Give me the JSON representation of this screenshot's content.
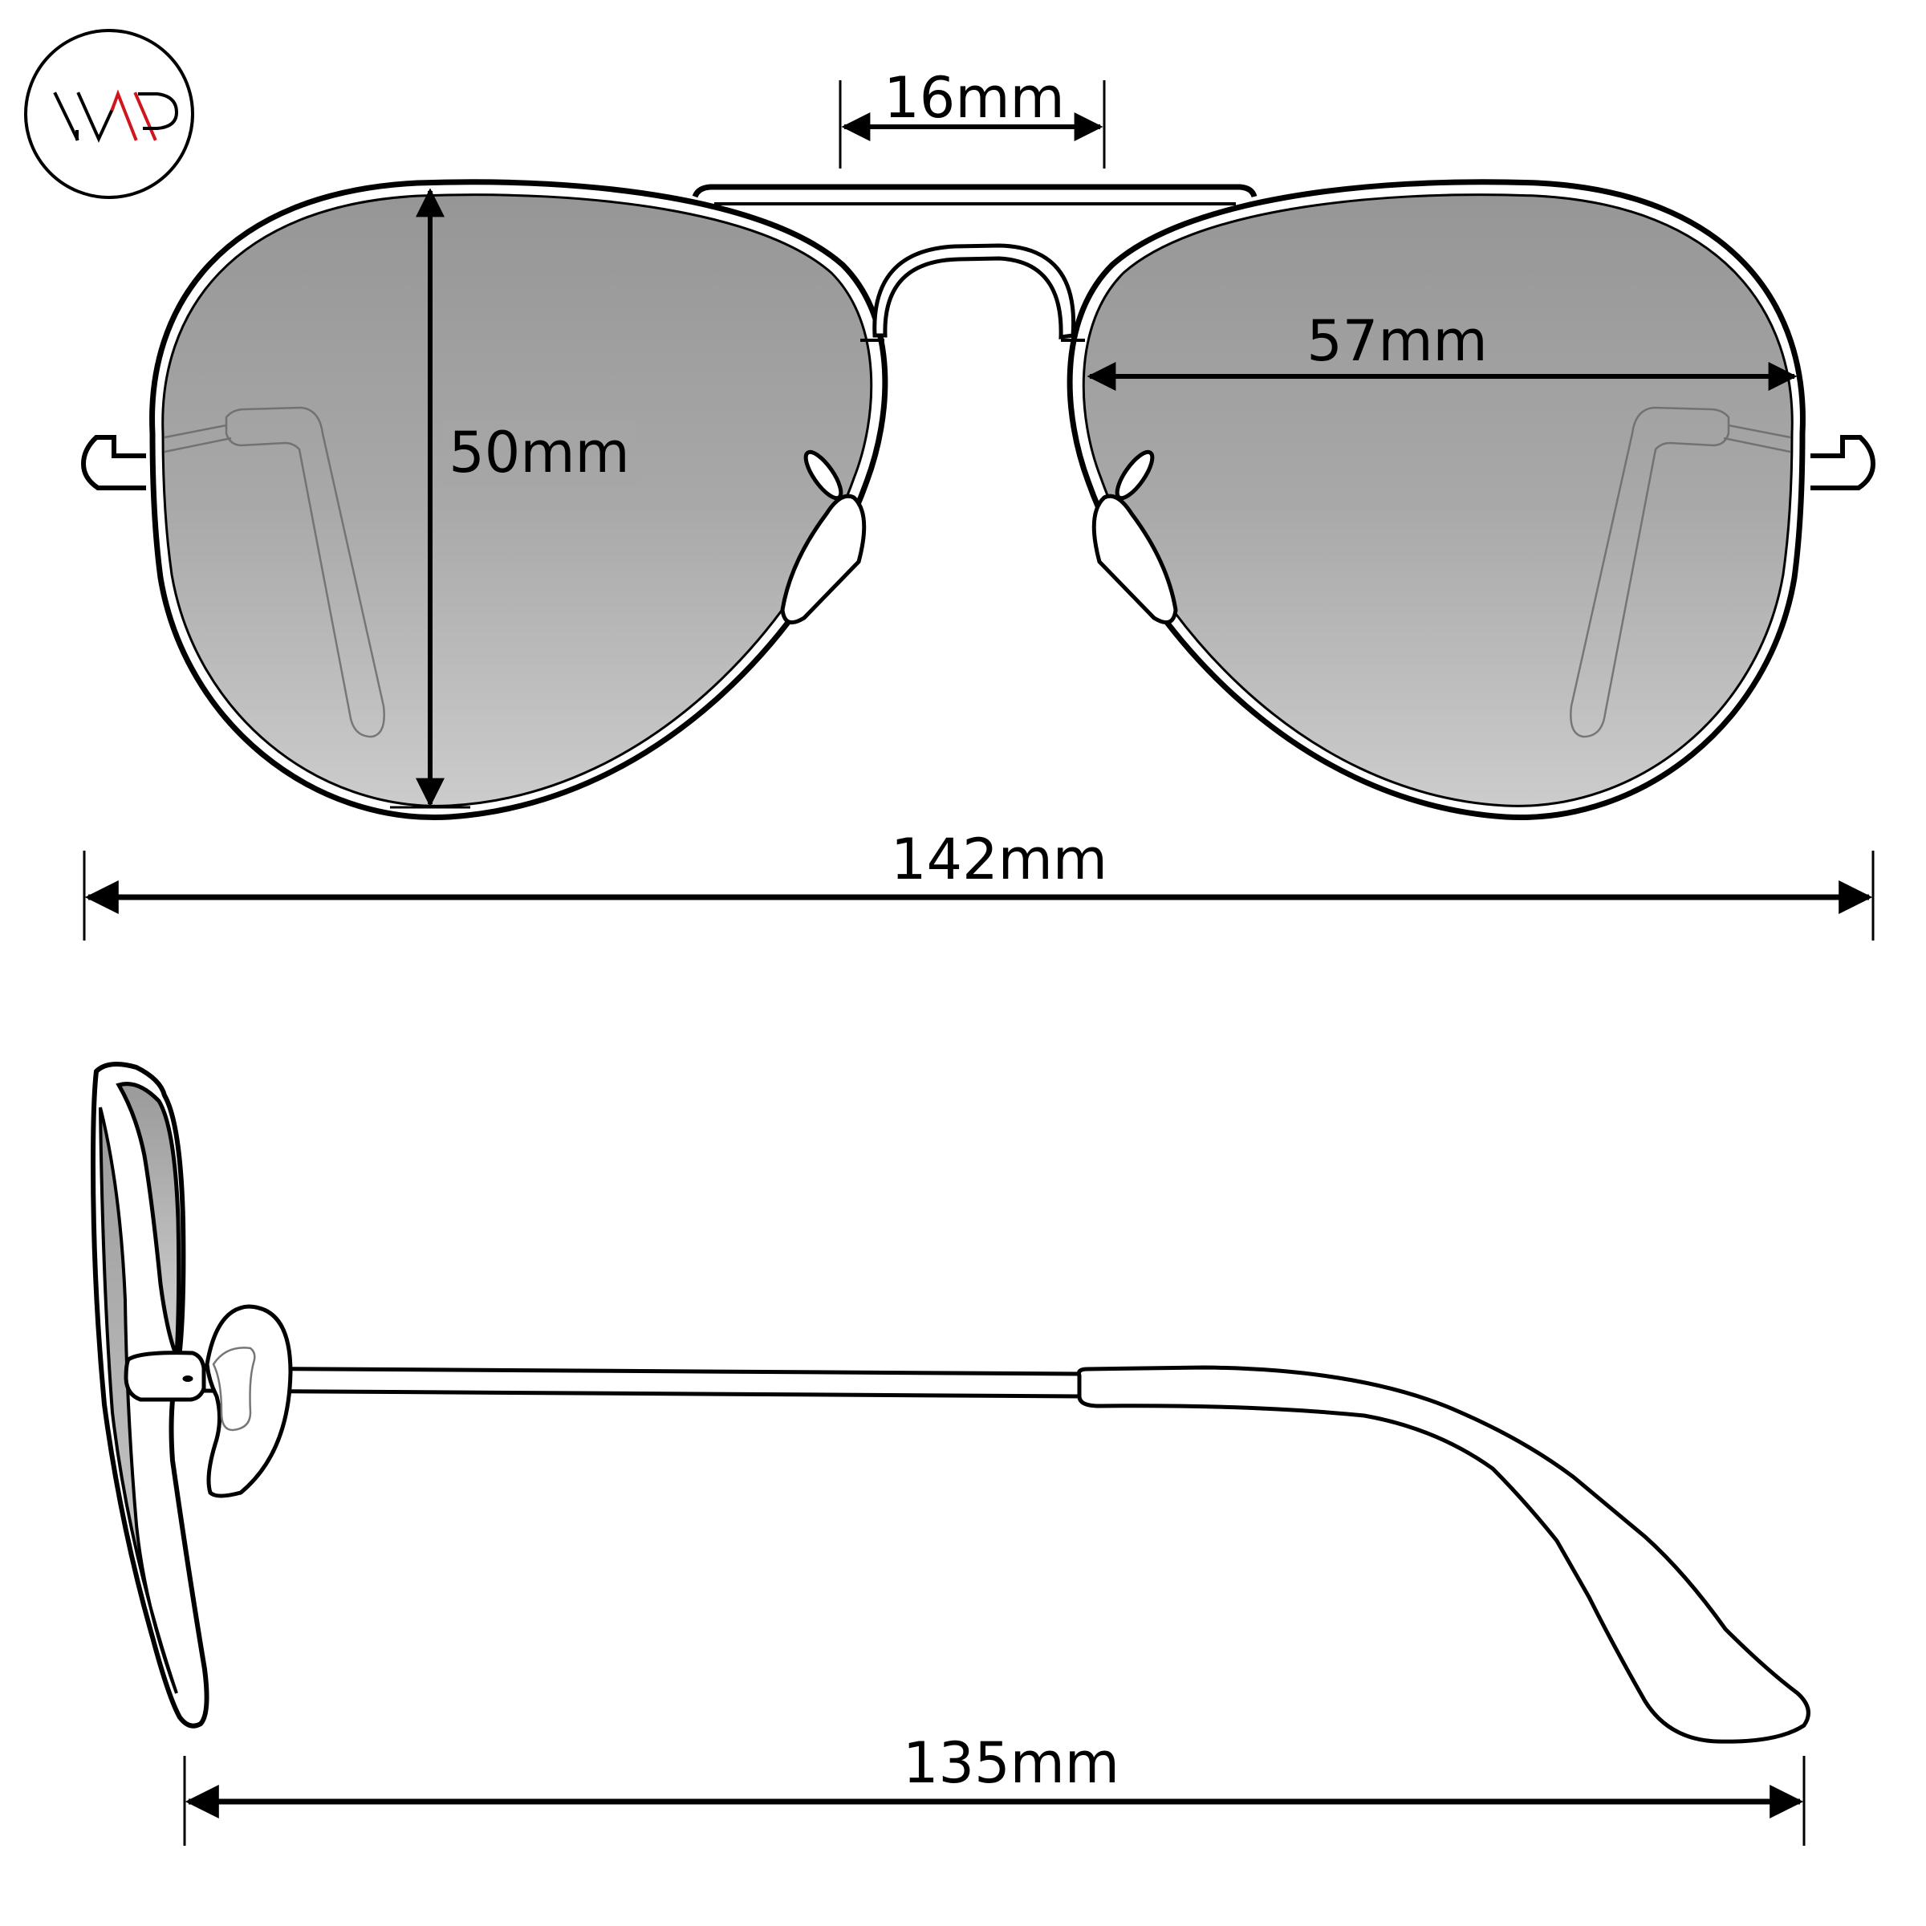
{
  "logo": {
    "text": "WMP",
    "ring_color": "#000000",
    "accent_color": "#d0161c"
  },
  "front_view": {
    "bridge_width": {
      "label": "16mm",
      "value": 16,
      "unit": "mm"
    },
    "lens_height": {
      "label": "50mm",
      "value": 50,
      "unit": "mm"
    },
    "lens_width": {
      "label": "57mm",
      "value": 57,
      "unit": "mm"
    },
    "frame_width": {
      "label": "142mm",
      "value": 142,
      "unit": "mm"
    }
  },
  "side_view": {
    "temple_length": {
      "label": "135mm",
      "value": 135,
      "unit": "mm"
    }
  },
  "colors": {
    "outline": "#000000",
    "lens_top": "#979797",
    "lens_bottom": "#cbcbcb",
    "background": "#ffffff"
  }
}
